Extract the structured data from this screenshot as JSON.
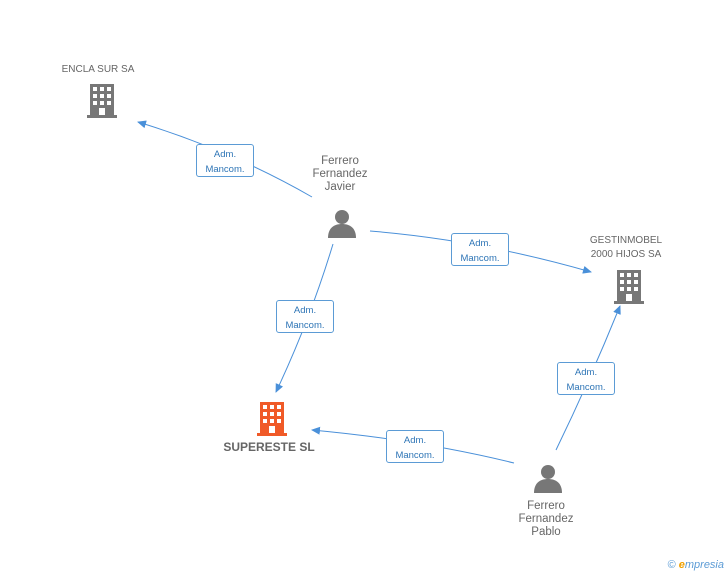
{
  "nodes": {
    "encla_sur": {
      "label": "ENCLA SUR SA",
      "icon": "building-icon"
    },
    "gestinmobel": {
      "label_line1": "GESTINMOBEL",
      "label_line2": "2000 HIJOS SA",
      "icon": "building-icon"
    },
    "supereste": {
      "label": "SUPERESTE SL",
      "icon": "building-icon",
      "color": "#f05a28"
    },
    "ferrero_javier": {
      "line1": "Ferrero",
      "line2": "Fernandez",
      "line3": "Javier",
      "icon": "person-icon"
    },
    "ferrero_pablo": {
      "line1": "Ferrero",
      "line2": "Fernandez",
      "line3": "Pablo",
      "icon": "person-icon"
    }
  },
  "edges": [
    {
      "id": "javier-encla",
      "line1": "Adm.",
      "line2": "Mancom."
    },
    {
      "id": "javier-gestinmobel",
      "line1": "Adm.",
      "line2": "Mancom."
    },
    {
      "id": "javier-supereste",
      "line1": "Adm.",
      "line2": "Mancom."
    },
    {
      "id": "pablo-supereste",
      "line1": "Adm.",
      "line2": "Mancom."
    },
    {
      "id": "pablo-gestinmobel",
      "line1": "Adm.",
      "line2": "Mancom."
    }
  ],
  "brand": {
    "copyright": "©",
    "e": "e",
    "rest": "mpresia"
  },
  "colors": {
    "edge": "#4a90d9",
    "building": "#777777",
    "focus_building": "#f05a28",
    "person": "#777777"
  }
}
